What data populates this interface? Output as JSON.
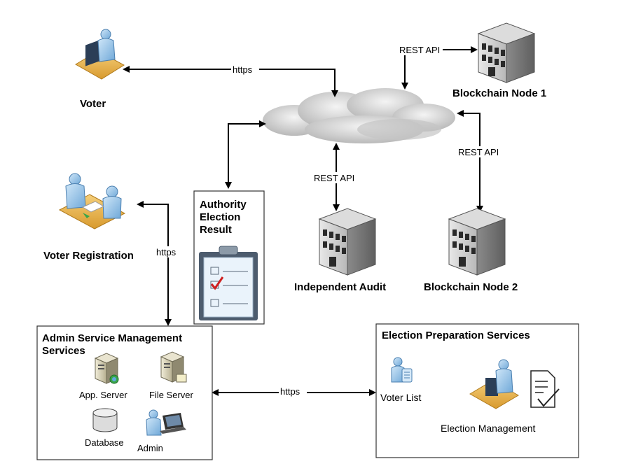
{
  "labels": {
    "voter": "Voter",
    "voter_registration": "Voter Registration",
    "blockchain_node_1": "Blockchain Node 1",
    "blockchain_node_2": "Blockchain Node 2",
    "independent_audit": "Independent Audit",
    "authority_line1": "Authority",
    "authority_line2": "Election",
    "authority_line3": "Result",
    "admin_line1": "Admin Service Management",
    "admin_line2": "Services",
    "app_server": "App. Server",
    "file_server": "File Server",
    "database": "Database",
    "admin": "Admin",
    "election_prep_title": "Election Preparation Services",
    "voter_list": "Voter List",
    "election_management": "Election Management"
  },
  "connections": {
    "voter_cloud": "https",
    "registration_admin": "https",
    "admin_election_prep": "https",
    "cloud_node1": "REST API",
    "cloud_node2": "REST API",
    "cloud_audit": "REST API"
  }
}
